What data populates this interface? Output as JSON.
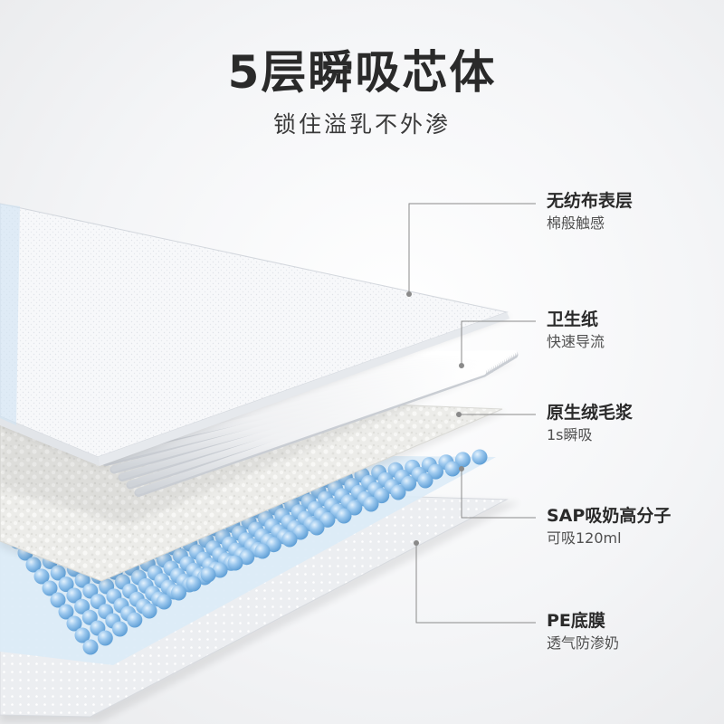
{
  "header": {
    "title": "5层瞬吸芯体",
    "subtitle": "锁住溢乳不外渗"
  },
  "layers": [
    {
      "label": "无纺布表层",
      "detail": "棉般触感"
    },
    {
      "label": "卫生纸",
      "detail": "快速导流"
    },
    {
      "label": "原生绒毛浆",
      "detail": "1s瞬吸"
    },
    {
      "label": "SAP吸奶高分子",
      "detail": "可吸120ml"
    },
    {
      "label": "PE底膜",
      "detail": "透气防渗奶"
    }
  ],
  "colors": {
    "leader_line": "#8a8a8a",
    "sap_bead": "#7fb6e4",
    "sap_bead_highlight": "#d8ecfb",
    "fluff_pulp": "#ececea"
  }
}
